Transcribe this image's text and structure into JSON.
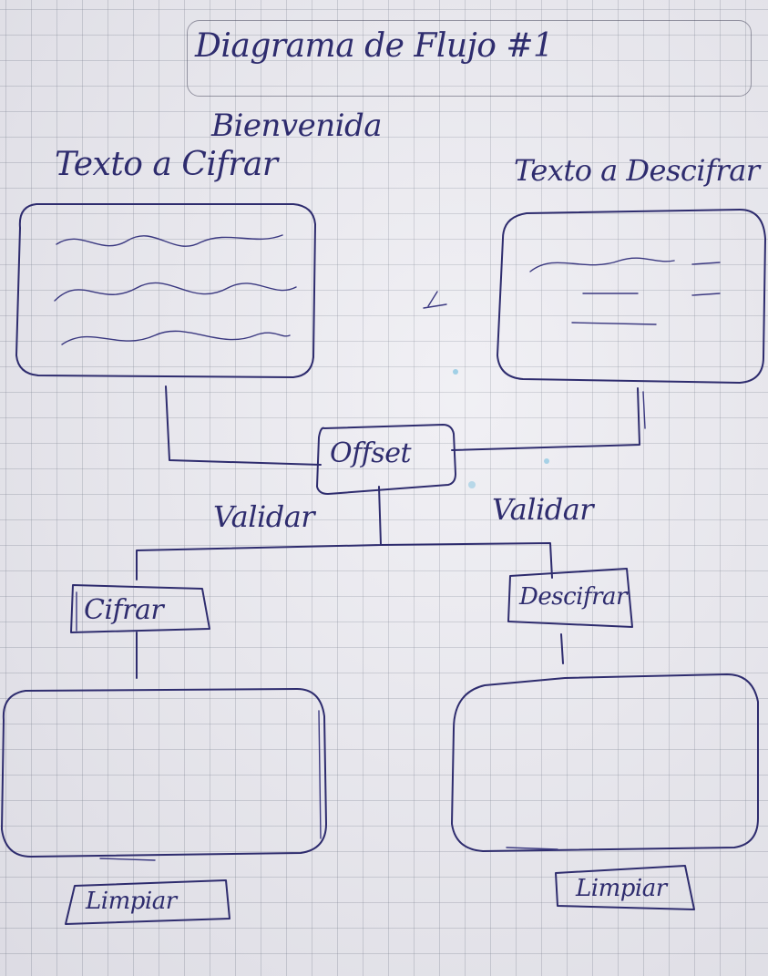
{
  "title": "Diagrama de Flujo #1",
  "welcome": "Bienvenida",
  "left_header": "Texto a Cifrar",
  "right_header": "Texto a Descifrar",
  "offset_label": "Offset",
  "validate_left": "Validar",
  "validate_right": "Validar",
  "cipher_button": "Cifrar",
  "decipher_button": "Descifrar",
  "clear_left": "Limpiar",
  "clear_right": "Limpiar",
  "colors": {
    "ink": "#2e2c6e",
    "paper": "#ecebf1"
  }
}
